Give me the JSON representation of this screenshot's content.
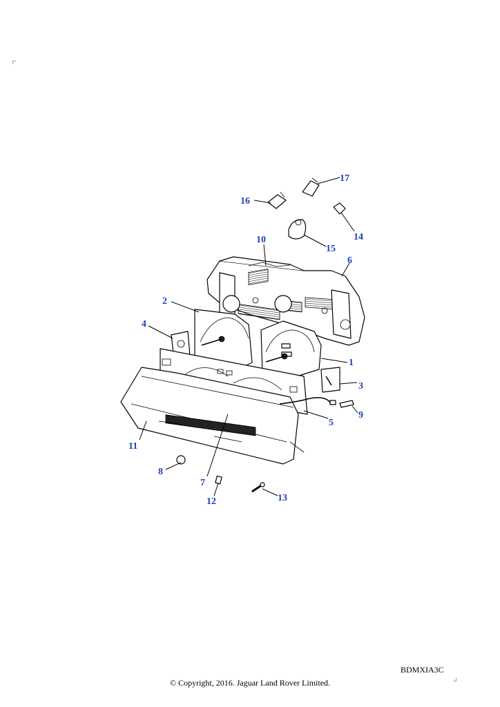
{
  "diagram": {
    "callouts": [
      "1",
      "2",
      "3",
      "4",
      "5",
      "6",
      "7",
      "8",
      "9",
      "10",
      "11",
      "12",
      "13",
      "14",
      "15",
      "16",
      "17"
    ]
  },
  "footer": {
    "drawing_code": "BDMXIA3C",
    "copyright": "© Copyright, 2016. Jaguar Land Rover Limited."
  }
}
